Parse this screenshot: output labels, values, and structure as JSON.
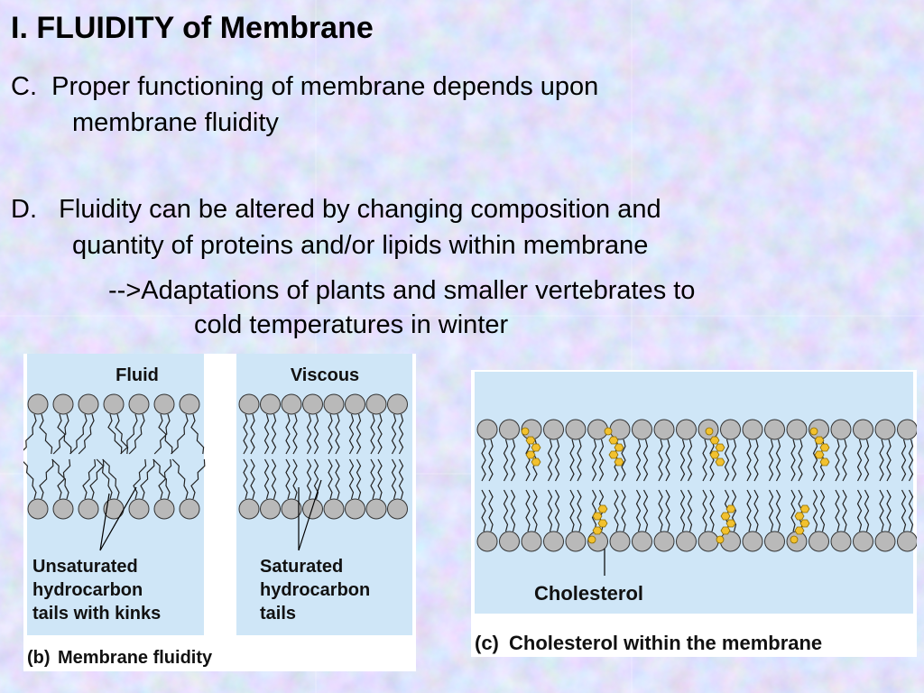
{
  "title": "I. FLUIDITY of Membrane",
  "point_c": {
    "marker": "C.",
    "line1": "Proper functioning of membrane depends upon",
    "line2": "membrane fluidity"
  },
  "point_d": {
    "marker": "D.",
    "line1": "Fluidity can be altered by changing composition and",
    "line2": "quantity of proteins and/or lipids within membrane"
  },
  "adaptation": {
    "line1": "-->Adaptations of plants and smaller vertebrates to",
    "line2": "cold temperatures in winter"
  },
  "figure_b": {
    "label_fluid": "Fluid",
    "label_viscous": "Viscous",
    "unsat": [
      "Unsaturated",
      "hydrocarbon",
      "tails with kinks"
    ],
    "sat": [
      "Saturated",
      "hydrocarbon",
      "tails"
    ],
    "caption_letter": "(b)",
    "caption": "Membrane fluidity",
    "panel_color": "#cfe6f7"
  },
  "figure_c": {
    "label": "Cholesterol",
    "caption_letter": "(c)",
    "caption": "Cholesterol within the membrane",
    "panel_color": "#cfe6f7",
    "cholesterol_color": "#f2c12e"
  },
  "colors": {
    "background": "#b7c6e6",
    "head": "#b9b9b9"
  }
}
